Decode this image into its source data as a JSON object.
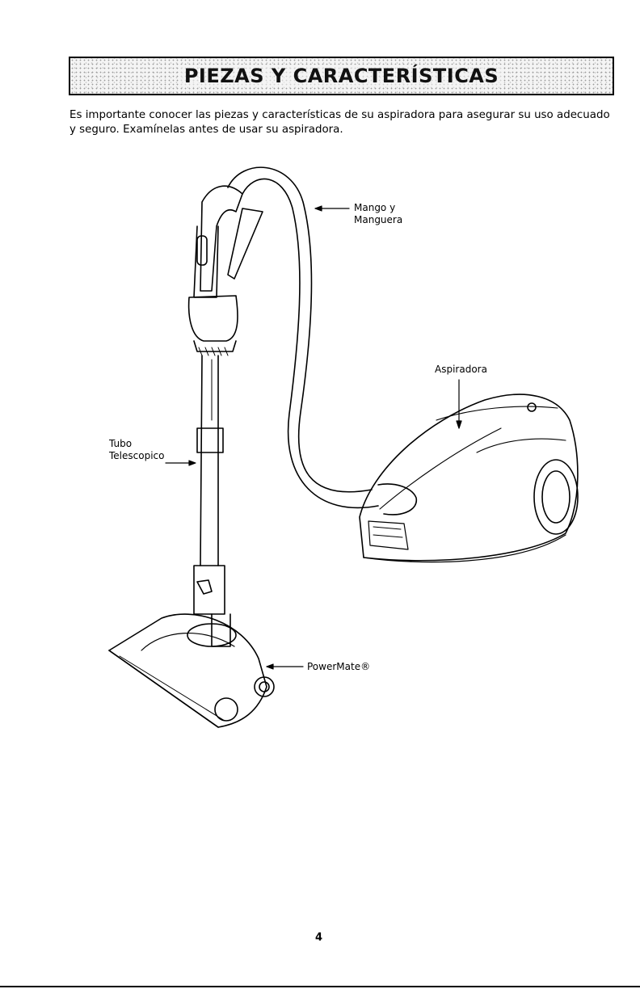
{
  "header": {
    "title": "PIEZAS Y CARACTERÍSTICAS"
  },
  "intro": {
    "text": "Es importante conocer las piezas y características de su aspiradora para asegurar su uso adecuado y seguro. Examínelas antes de usar su aspiradora."
  },
  "labels": {
    "mango_line1": "Mango y",
    "mango_line2": "Manguera",
    "aspiradora": "Aspiradora",
    "tubo_line1": "Tubo",
    "tubo_line2": "Telescopico",
    "powermate": "PowerMate®"
  },
  "footer": {
    "page_number": "4"
  }
}
